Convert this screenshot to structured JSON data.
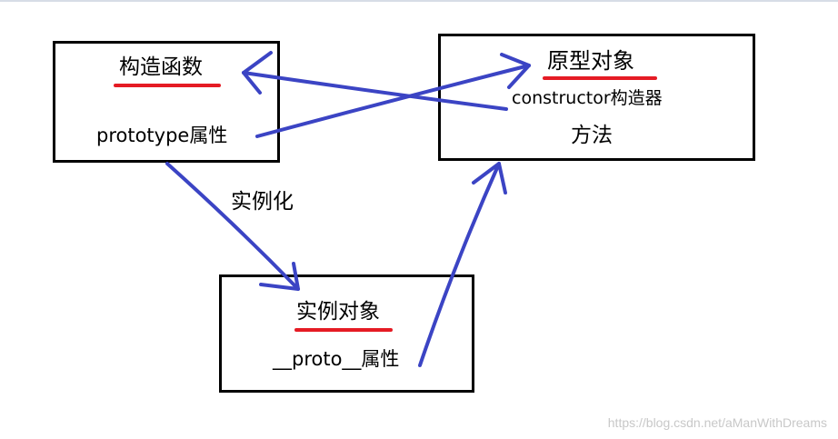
{
  "constructor_box": {
    "title": "构造函数",
    "prototype_attr": "prototype属性"
  },
  "prototype_box": {
    "title": "原型对象",
    "constructor_attr": "constructor构造器",
    "methods": "方法"
  },
  "instance_box": {
    "title": "实例对象",
    "proto_attr": "__proto__属性"
  },
  "instantiate_label": "实例化",
  "watermark": "https://blog.csdn.net/aManWithDreams",
  "colors": {
    "arrow": "#3b44c4",
    "underline": "#e51b24",
    "border": "#000000"
  }
}
